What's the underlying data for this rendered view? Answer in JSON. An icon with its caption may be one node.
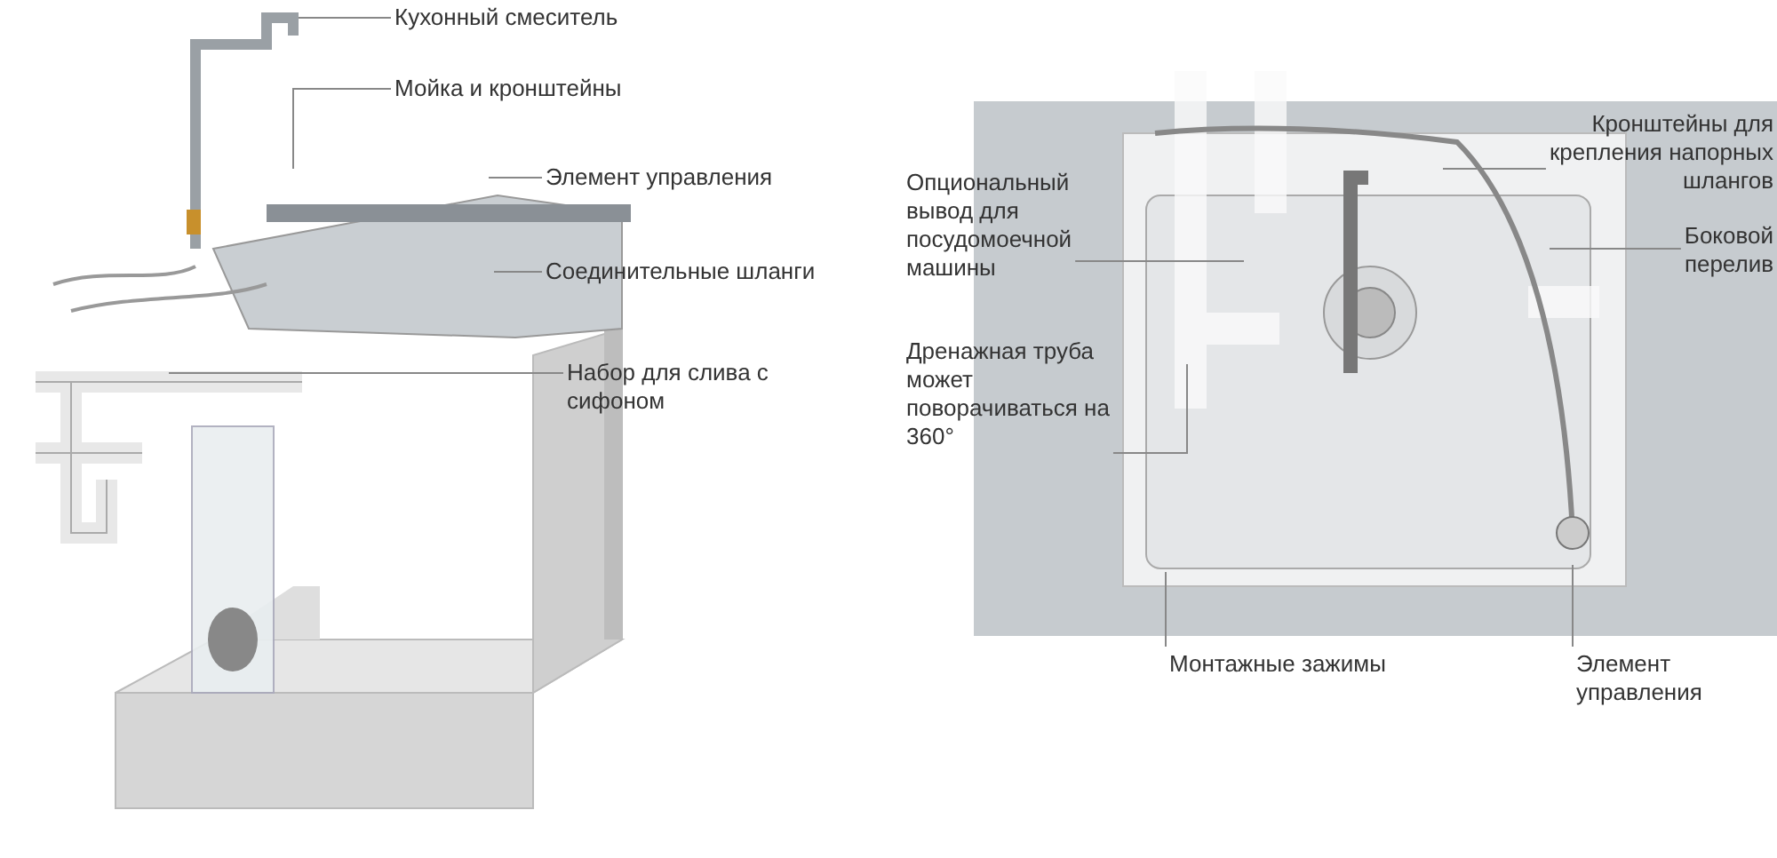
{
  "diagram": {
    "nodes": [
      {
        "text": [
          "Кухонный смеситель"
        ]
      },
      {
        "text": [
          "Мойка и кронштейны"
        ]
      },
      {
        "text": [
          "Элемент управления"
        ]
      },
      {
        "text": [
          "Соединительные шланги"
        ]
      },
      {
        "text": [
          "Набор для слива с сифоном"
        ]
      },
      {
        "text": [
          "Опциональный вывод для посудомоечной машины"
        ]
      },
      {
        "text": [
          "Дренажная труба может поворачиваться на 360°"
        ]
      },
      {
        "text": [
          "Кронштейны для крепления напорных шлангов"
        ]
      },
      {
        "text": [
          "Боковой перелив"
        ]
      },
      {
        "text": [
          "Монтажные зажимы"
        ]
      },
      {
        "text": [
          "Элемент управления"
        ]
      }
    ],
    "edges": [
      {
        "from": 0,
        "to": null,
        "arrow": "none"
      },
      {
        "from": 1,
        "to": null,
        "arrow": "none"
      },
      {
        "from": 2,
        "to": null,
        "arrow": "none"
      },
      {
        "from": 3,
        "to": null,
        "arrow": "none"
      },
      {
        "from": 4,
        "to": null,
        "arrow": "none"
      },
      {
        "from": 5,
        "to": null,
        "arrow": "none"
      },
      {
        "from": 6,
        "to": null,
        "arrow": "none"
      },
      {
        "from": 7,
        "to": null,
        "arrow": "none"
      },
      {
        "from": 8,
        "to": null,
        "arrow": "none"
      },
      {
        "from": 9,
        "to": null,
        "arrow": "none"
      },
      {
        "from": 10,
        "to": null,
        "arrow": "none"
      }
    ]
  }
}
